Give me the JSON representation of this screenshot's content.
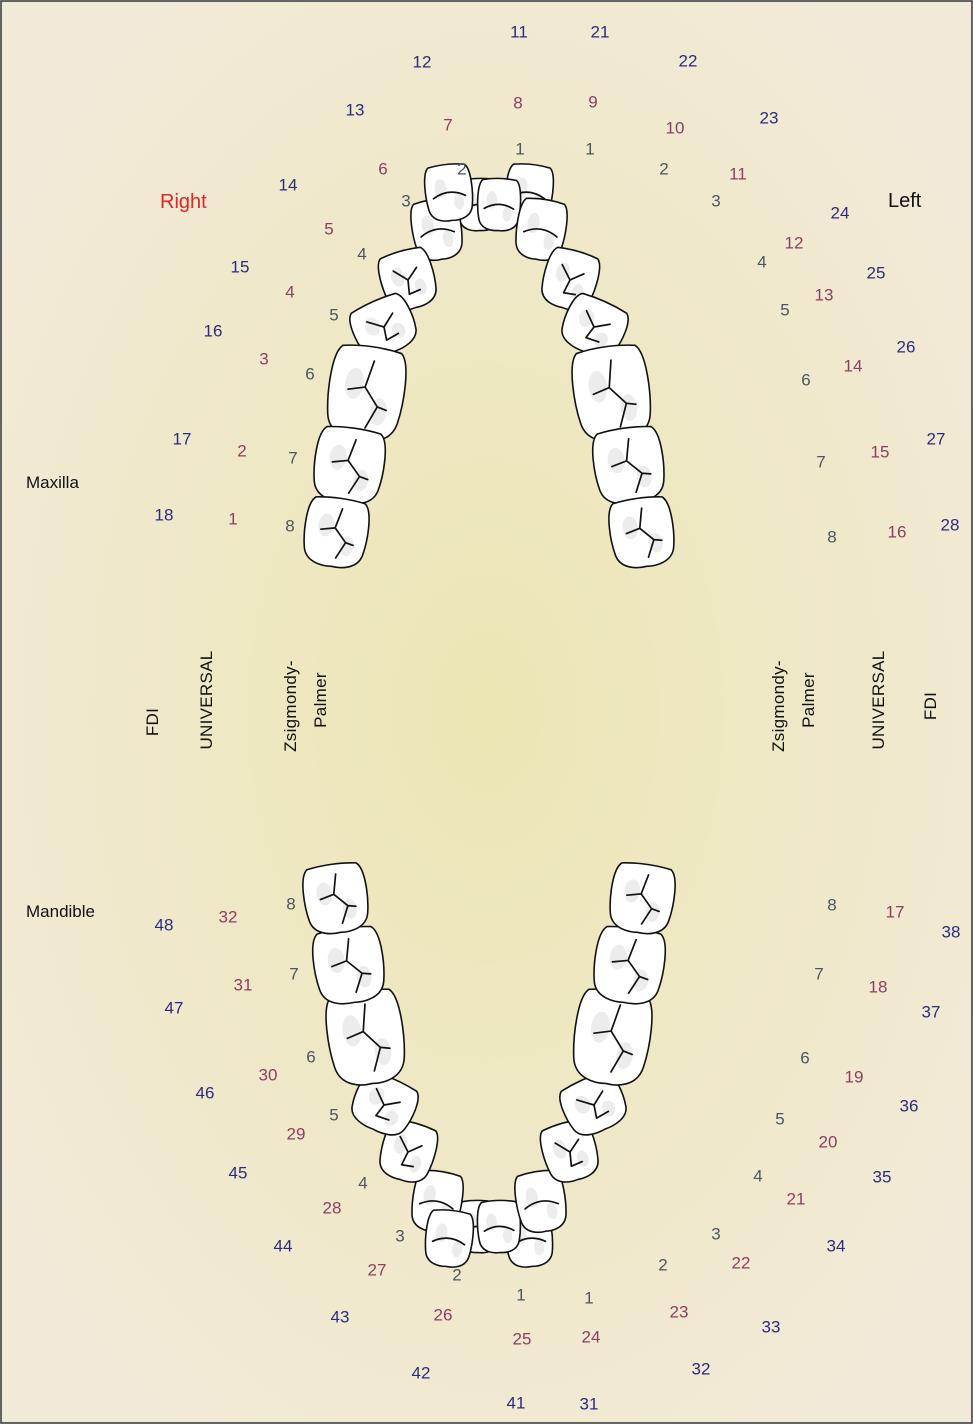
{
  "colors": {
    "background_center": "#ece6b4",
    "background_edge": "#f2ead9",
    "fdi": "#2d2b7e",
    "universal": "#8c3f62",
    "palmer": "#4c5560",
    "right_label": "#e3242b",
    "text": "#111111"
  },
  "labels": {
    "right": "Right",
    "left": "Left",
    "maxilla": "Maxilla",
    "mandible": "Mandible",
    "fdi": "FDI",
    "universal": "UNIVERSAL",
    "palmer_line1": "Zsigmondy-",
    "palmer_line2": "Palmer"
  },
  "quadrants": {
    "upper_right": {
      "fdi": [
        "11",
        "12",
        "13",
        "14",
        "15",
        "16",
        "17",
        "18"
      ],
      "universal": [
        "8",
        "7",
        "6",
        "5",
        "4",
        "3",
        "2",
        "1"
      ],
      "palmer": [
        "1",
        "2",
        "3",
        "4",
        "5",
        "6",
        "7",
        "8"
      ]
    },
    "upper_left": {
      "fdi": [
        "21",
        "22",
        "23",
        "24",
        "25",
        "26",
        "27",
        "28"
      ],
      "universal": [
        "9",
        "10",
        "11",
        "12",
        "13",
        "14",
        "15",
        "16"
      ],
      "palmer": [
        "1",
        "2",
        "3",
        "4",
        "5",
        "6",
        "7",
        "8"
      ]
    },
    "lower_right": {
      "fdi": [
        "41",
        "42",
        "43",
        "44",
        "45",
        "46",
        "47",
        "48"
      ],
      "universal": [
        "25",
        "26",
        "27",
        "28",
        "29",
        "30",
        "31",
        "32"
      ],
      "palmer": [
        "1",
        "2",
        "3",
        "4",
        "5",
        "6",
        "7",
        "8"
      ]
    },
    "lower_left": {
      "fdi": [
        "31",
        "32",
        "33",
        "34",
        "35",
        "36",
        "37",
        "38"
      ],
      "universal": [
        "24",
        "23",
        "22",
        "21",
        "20",
        "19",
        "18",
        "17"
      ],
      "palmer": [
        "1",
        "2",
        "3",
        "4",
        "5",
        "6",
        "7",
        "8"
      ]
    }
  }
}
